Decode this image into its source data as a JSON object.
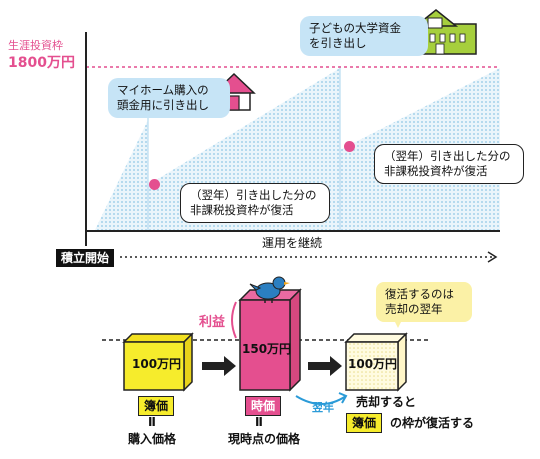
{
  "top_chart": {
    "limit_label": "生涯投資枠",
    "limit_value": "1800万円",
    "start_label": "積立開始",
    "continue_label": "運用を継続",
    "colors": {
      "pink": "#e44f8f",
      "blue_fill": "#c6e4f6",
      "dot_fill": "#8fc7e6"
    },
    "events": [
      {
        "label": "マイホーム購入の\n頭金用に引き出し",
        "icon": "house-icon"
      },
      {
        "label": "子どもの大学資金\nを引き出し",
        "icon": "school-icon"
      }
    ],
    "restore_notes": [
      "（翌年）引き出した分の\n非課税投資枠が復活",
      "（翌年）引き出した分の\n非課税投資枠が復活"
    ]
  },
  "bottom_diagram": {
    "box1_value": "100万円",
    "box2_value": "150万円",
    "box3_value": "100万円",
    "profit_label": "利益",
    "next_year_label": "翌年",
    "note": "復活するのは\n売却の翌年",
    "tag1": "簿価",
    "tag2": "時価",
    "tag3": "簿価",
    "equals_sign": "Ⅱ",
    "caption1": "購入価格",
    "caption2": "現時点の価格",
    "sell_text": "売却すると",
    "restore_text": "の枠が復活する",
    "colors": {
      "yellow": "#f6ec2c",
      "pink": "#e44f8f",
      "light_yellow": "#fbf1a6",
      "bird": "#2b7fc1"
    }
  }
}
